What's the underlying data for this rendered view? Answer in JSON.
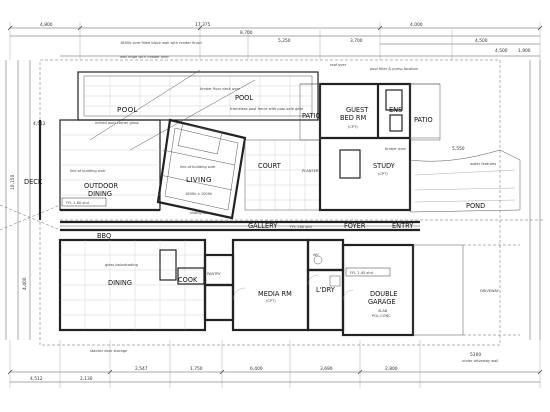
{
  "plan": {
    "dimensions_top": [
      "4,800",
      "17,375",
      "4,000",
      "8,700",
      "5,250",
      "3,700",
      "4,500"
    ],
    "dimensions_right": [
      "4,500",
      "1,900"
    ],
    "dimensions_left": [
      "4,512",
      "10,150",
      "4,400"
    ],
    "dimensions_bottom": [
      "4,512",
      "2,130",
      "2,547",
      "1,750",
      "6,400",
      "3,690",
      "2,800"
    ],
    "rooms": {
      "pool": "POOL",
      "pool_small": "POOL",
      "patio_left": "PATIO",
      "patio_right": "PATIO",
      "guest_bed": "GUEST\nBED RM",
      "guest_bed_tag": "(CPT)",
      "ens": "ENS",
      "study": "STUDY",
      "study_tag": "(CPT)",
      "court": "COURT",
      "planter": "PLANTER",
      "outdoor_dining": "OUTDOOR\nDINING",
      "deck": "DECK",
      "living": "LIVING",
      "gallery": "GALLERY",
      "gallery_ffl": "FFL 260 shd",
      "foyer": "FOYER",
      "entry": "ENTRY",
      "pond": "POND",
      "bbq": "BBQ",
      "dining": "DINING",
      "pantry": "PANTRY",
      "cook": "COOK",
      "media": "MEDIA RM",
      "media_tag": "(CPT)",
      "wc": "WC",
      "ldry": "L'DRY",
      "double_garage": "DOUBLE\nGARAGE",
      "garage_tag": "SLAB\nPOL.CONC",
      "driveway": "DRIVEWAY"
    },
    "levels": {
      "deck_ffl": "FFL 1.80 shd",
      "garage_ffl": "FFL 2.45 shd",
      "study_ffl": "5,550"
    },
    "annotations": [
      "1800h core filled block wall with render finish",
      "wall edge with header over",
      "timber floor deck over",
      "mitred pool corner glass",
      "line of building over",
      "frameless pool fence with pool-safe gate",
      "line of building over",
      "water features",
      "1800h x 1000h",
      "pool filter & pump location",
      "stacker door storage",
      "glass balustrading",
      "under driveway wall",
      "roof over",
      "5300",
      "sliding door",
      "timber over"
    ]
  }
}
